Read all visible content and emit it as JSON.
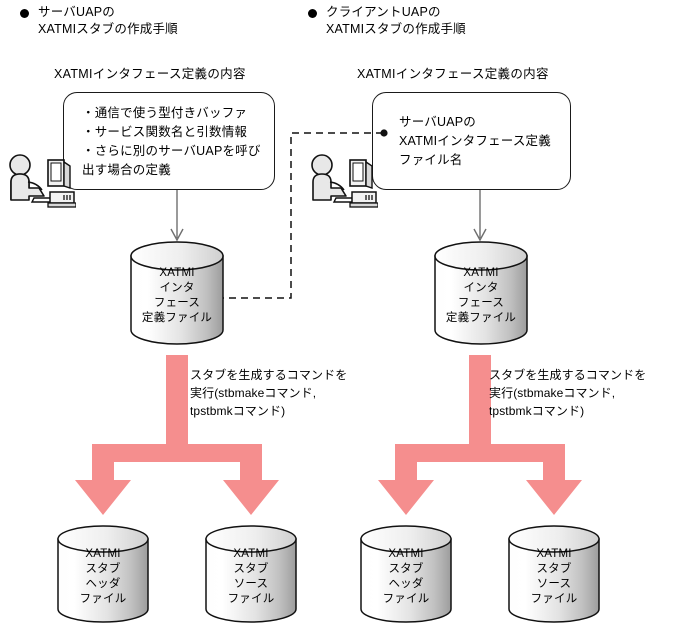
{
  "diagram": {
    "sections": [
      {
        "id": "server-uap",
        "bullet": "filled-circle",
        "heading": "サーバUAPの\nXATMIスタブの作成手順",
        "caption": "XATMIインタフェース定義の内容",
        "balloon_text": "・通信で使う型付きバッファ\n・サービス関数名と引数情報\n・さらに別のサーバUAPを呼び\n  出す場合の定義",
        "actor_icon": "person-at-computer-icon",
        "source_cylinder": "XATMI\nインタ\nフェース\n定義ファイル",
        "command_text": "スタブを生成するコマンドを\n実行(stbmakeコマンド,\n            tpstbmkコマンド)",
        "outputs": [
          "XATMI\nスタブ\nヘッダ\nファイル",
          "XATMI\nスタブ\nソース\nファイル"
        ]
      },
      {
        "id": "client-uap",
        "bullet": "filled-circle",
        "heading": "クライアントUAPの\nXATMIスタブの作成手順",
        "caption": "XATMIインタフェース定義の内容",
        "balloon_text": "サーバUAPの\nXATMIインタフェース定義\nファイル名",
        "actor_icon": "person-at-computer-icon",
        "source_cylinder": "XATMI\nインタ\nフェース\n定義ファイル",
        "command_text": "スタブを生成するコマンドを\n実行(stbmakeコマンド,\n            tpstbmkコマンド)",
        "outputs": [
          "XATMI\nスタブ\nヘッダ\nファイル",
          "XATMI\nスタブ\nソース\nファイル"
        ]
      }
    ],
    "link": {
      "style": "dashed",
      "from": "server-uap source cylinder",
      "to": "client-uap balloon"
    },
    "colors": {
      "arrow_pink": "#F58E8E",
      "line_black": "#1a1a1a",
      "cylinder_light": "#ffffff",
      "cylinder_shade": "#9e9e9e",
      "connector_gray": "#6e6e6e"
    }
  }
}
